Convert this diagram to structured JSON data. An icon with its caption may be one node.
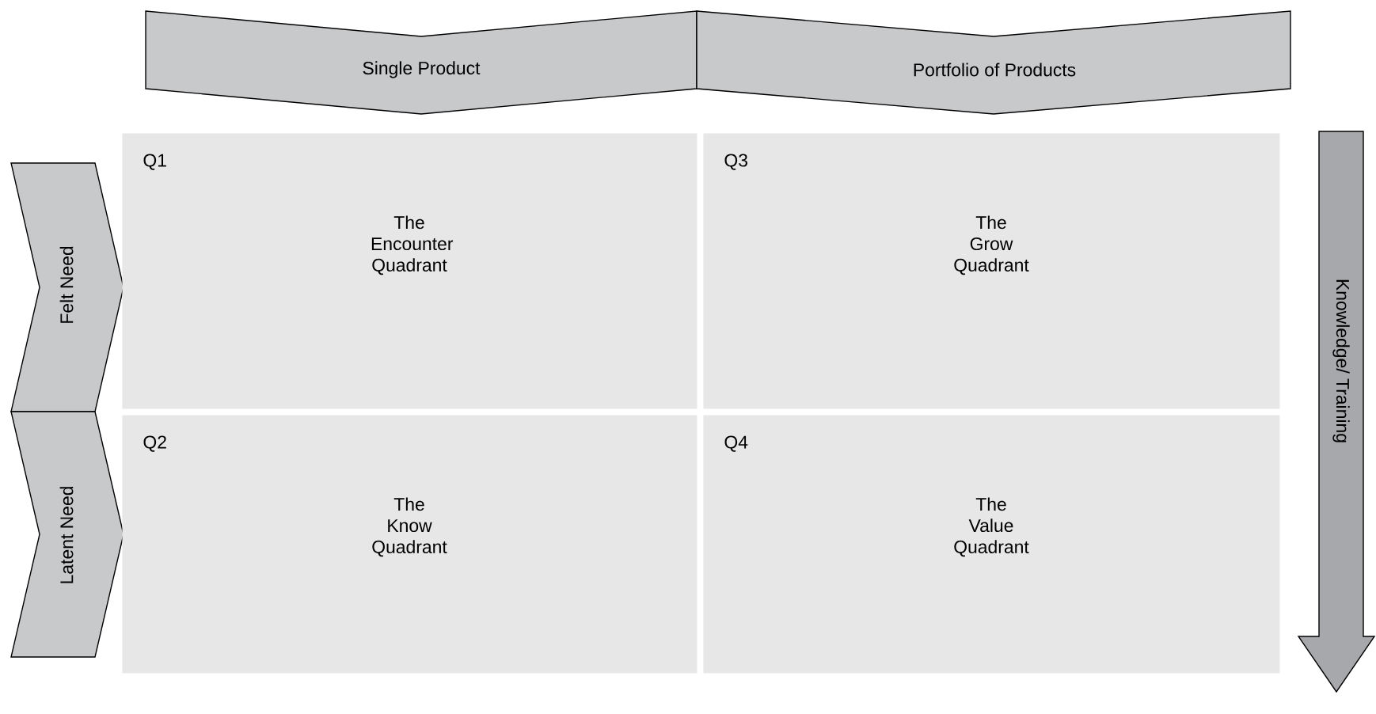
{
  "diagram": {
    "nodes": [
      {
        "text": [
          "Single Product"
        ]
      },
      {
        "text": [
          "Portfolio of Products"
        ]
      },
      {
        "text": [
          "Felt Need"
        ]
      },
      {
        "text": [
          "Latent Need"
        ]
      },
      {
        "text": [
          "Q1",
          "The Encounter Quadrant"
        ]
      },
      {
        "text": [
          "Q2",
          "The Know Quadrant"
        ]
      },
      {
        "text": [
          "Q3",
          "The Grow Quadrant"
        ]
      },
      {
        "text": [
          "Q4",
          "The Value Quadrant"
        ]
      },
      {
        "text": [
          "Knowledge/ Training"
        ]
      }
    ]
  }
}
